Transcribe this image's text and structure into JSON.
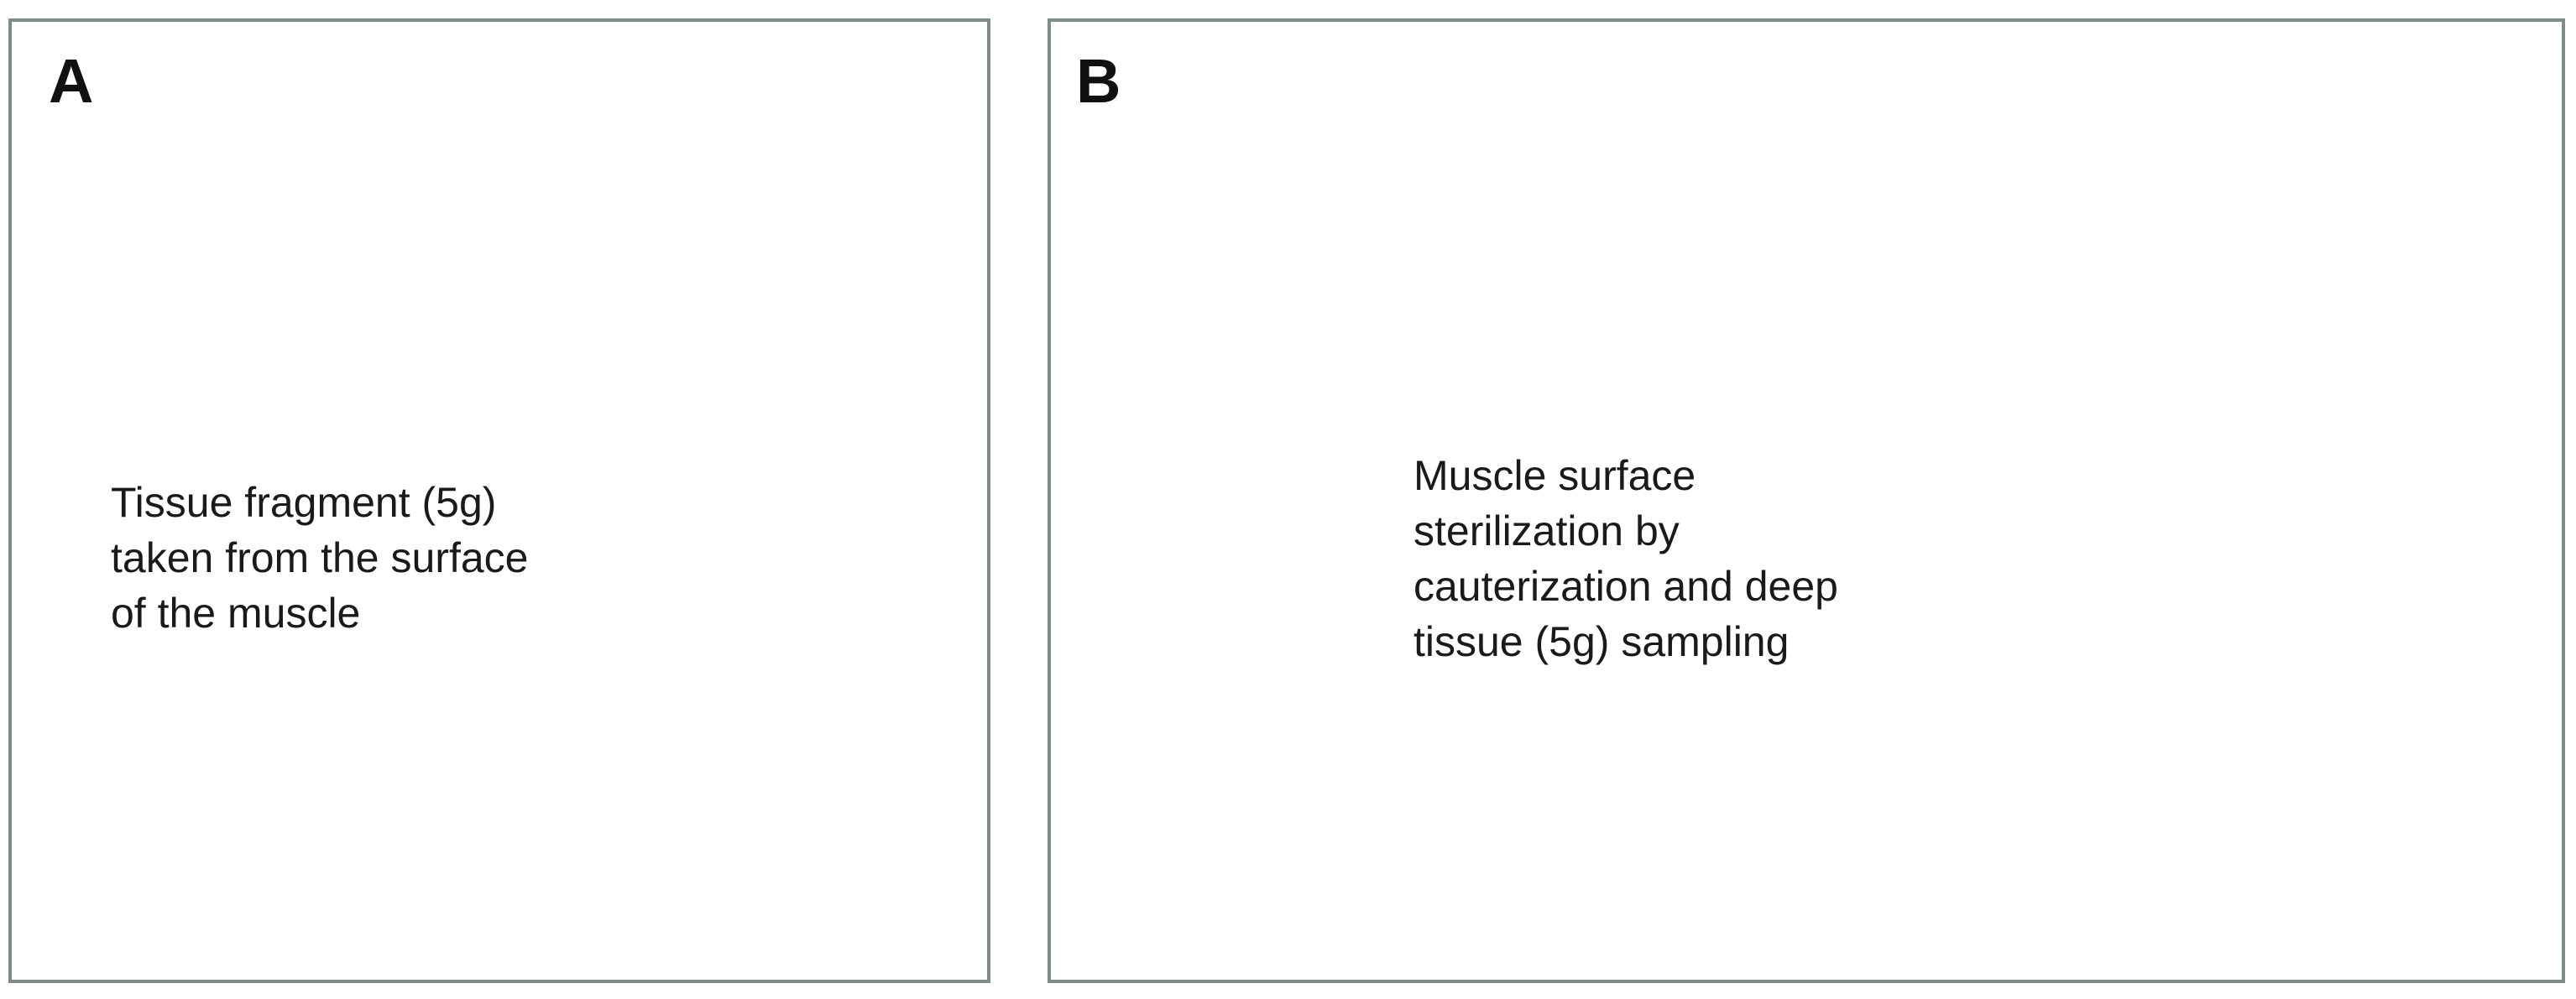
{
  "panels": {
    "a": {
      "letter": "A",
      "caption": "Tissue fragment (5g)\ntaken from the surface\nof the muscle"
    },
    "b": {
      "letter": "B",
      "caption": "Muscle surface\nsterilization by\ncauterization and deep\ntissue (5g) sampling"
    }
  },
  "colors": {
    "muscle": "#e0424f",
    "muscle_dark": "#c42e3b",
    "tendon": "#f2c99a",
    "glove": "#8a8a8a",
    "instrument": "#b9bcbf",
    "border": "#7f8c8b"
  }
}
